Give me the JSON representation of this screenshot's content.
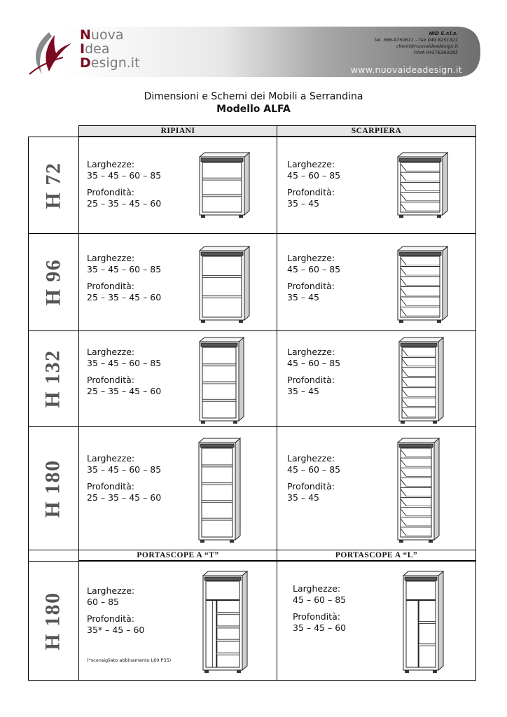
{
  "header": {
    "logo": {
      "line1_initial": "N",
      "line1_rest": "uova",
      "line2_initial": "I",
      "line2_rest": "dea",
      "line3_initial": "D",
      "line3_rest": "esign.it"
    },
    "company_name": "NID S.r.l.s.",
    "contact_phone": "tel. 366-9750611 – fax 049 8251321",
    "contact_email": "clienti@nuovaideadesign.it",
    "vat": "P.IVA 04576360285",
    "website": "www.nuovaideadesign.it"
  },
  "page": {
    "title": "Dimensioni e Schemi dei Mobili a Serrandina",
    "subtitle": "Modello ALFA"
  },
  "columns": {
    "ripiani": "RIPIANI",
    "scarpiera": "SCARPIERA",
    "portascope_t": "PORTASCOPE  A  “T”",
    "portascope_l": "PORTASCOPE  A  “L”"
  },
  "rows": [
    {
      "height": "H 72",
      "ripiani": {
        "w_label": "Larghezze:",
        "w": "35 – 45 – 60 – 85",
        "d_label": "Profondità:",
        "d": "25 – 35 – 45 – 60"
      },
      "scarpiera": {
        "w_label": "Larghezze:",
        "w": "45 – 60 – 85",
        "d_label": "Profondità:",
        "d": "35 – 45"
      }
    },
    {
      "height": "H 96",
      "ripiani": {
        "w_label": "Larghezze:",
        "w": "35 – 45 – 60 – 85",
        "d_label": "Profondità:",
        "d": "25 – 35 – 45 – 60"
      },
      "scarpiera": {
        "w_label": "Larghezze:",
        "w": "45 – 60 – 85",
        "d_label": "Profondità:",
        "d": "35 – 45"
      }
    },
    {
      "height": "H 132",
      "ripiani": {
        "w_label": "Larghezze:",
        "w": "35 – 45 – 60 – 85",
        "d_label": "Profondità:",
        "d": "25 – 35 – 45 – 60"
      },
      "scarpiera": {
        "w_label": "Larghezze:",
        "w": "45 – 60 – 85",
        "d_label": "Profondità:",
        "d": "35 – 45"
      }
    },
    {
      "height": "H 180",
      "ripiani": {
        "w_label": "Larghezze:",
        "w": "35 – 45 – 60 – 85",
        "d_label": "Profondità:",
        "d": "25 – 35 – 45 – 60"
      },
      "scarpiera": {
        "w_label": "Larghezze:",
        "w": "45 – 60 – 85",
        "d_label": "Profondità:",
        "d": "35 – 45"
      }
    }
  ],
  "portascope": {
    "height": "H 180",
    "t": {
      "w_label": "Larghezze:",
      "w": "60 – 85",
      "d_label": "Profondità:",
      "d": "35* – 45 – 60",
      "note": "(*sconsigliato abbinamento L60 P35)"
    },
    "l": {
      "w_label": "Larghezze:",
      "w": "45 – 60 – 85",
      "d_label": "Profondità:",
      "d": "35 – 45 – 60"
    }
  },
  "colors": {
    "logo_accent": "#7a0a20",
    "banner_grey": "#8a8a8a",
    "header_fill": "#e6e6e6",
    "height_label": "#555555"
  }
}
